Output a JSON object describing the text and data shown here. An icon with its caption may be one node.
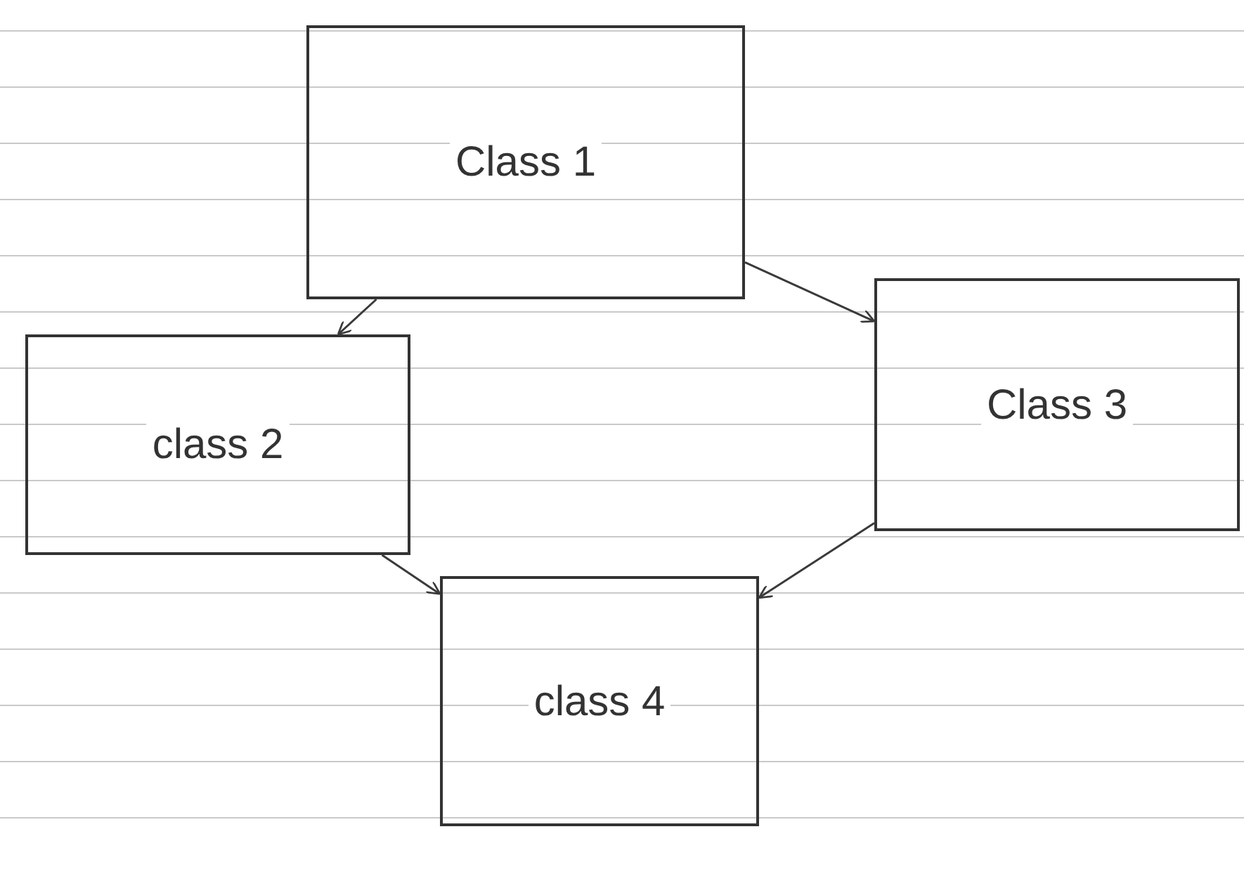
{
  "diagram": {
    "nodes": [
      {
        "text": [
          "Class 1"
        ]
      },
      {
        "text": [
          "class 2"
        ]
      },
      {
        "text": [
          "Class 3"
        ]
      },
      {
        "text": [
          "class 4"
        ]
      }
    ],
    "edges": [
      {
        "from": 0,
        "to": 1,
        "arrow": "to"
      },
      {
        "from": 0,
        "to": 2,
        "arrow": "to"
      },
      {
        "from": 1,
        "to": 3,
        "arrow": "to"
      },
      {
        "from": 2,
        "to": 3,
        "arrow": "to"
      }
    ]
  }
}
